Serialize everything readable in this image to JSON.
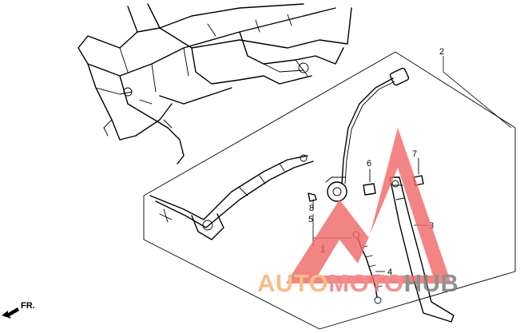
{
  "diagram": {
    "callouts": [
      {
        "id": "c1",
        "text": "1"
      },
      {
        "id": "c2",
        "text": "2"
      },
      {
        "id": "c3",
        "text": "3"
      },
      {
        "id": "c4",
        "text": "4"
      },
      {
        "id": "c5",
        "text": "5"
      },
      {
        "id": "c6",
        "text": "6"
      },
      {
        "id": "c7",
        "text": "7"
      },
      {
        "id": "c8",
        "text": "8"
      }
    ],
    "direction_label": "FR."
  },
  "watermark": {
    "part1": "AUTO",
    "part2": "MOTO",
    "part3": "HUB",
    "colors": {
      "auto": "#f5b070",
      "moto": "#f07878",
      "hub": "#7a7a7a",
      "triangle": "#f06a6a"
    }
  }
}
